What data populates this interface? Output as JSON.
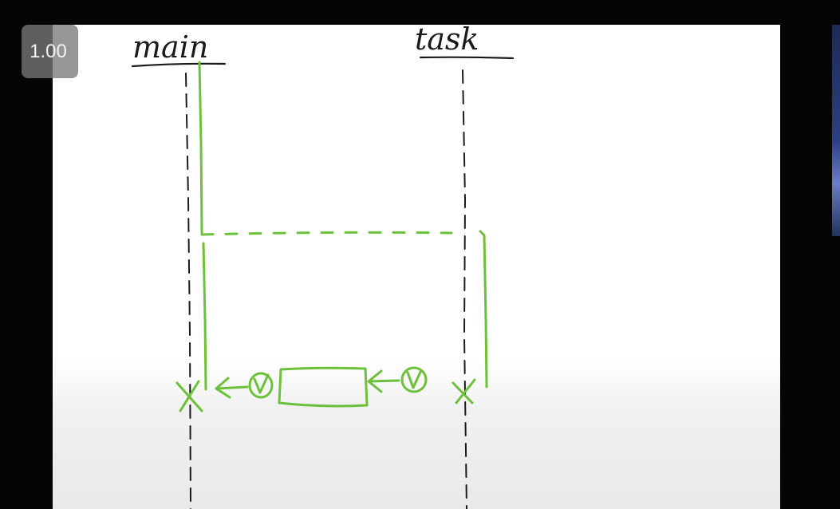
{
  "video": {
    "speed_badge": "1.00"
  },
  "diagram": {
    "lifelines": [
      {
        "name": "main"
      },
      {
        "name": "task"
      }
    ],
    "colors": {
      "ink_black": "#1a1a1a",
      "ink_green": "#6cc13a",
      "board_white": "#ffffff",
      "background": "#050505"
    },
    "icons": {
      "terminate": "x-mark-icon",
      "completion": "circled-check-icon",
      "result": "rectangle-box-icon",
      "arrow": "arrow-left-icon"
    }
  }
}
